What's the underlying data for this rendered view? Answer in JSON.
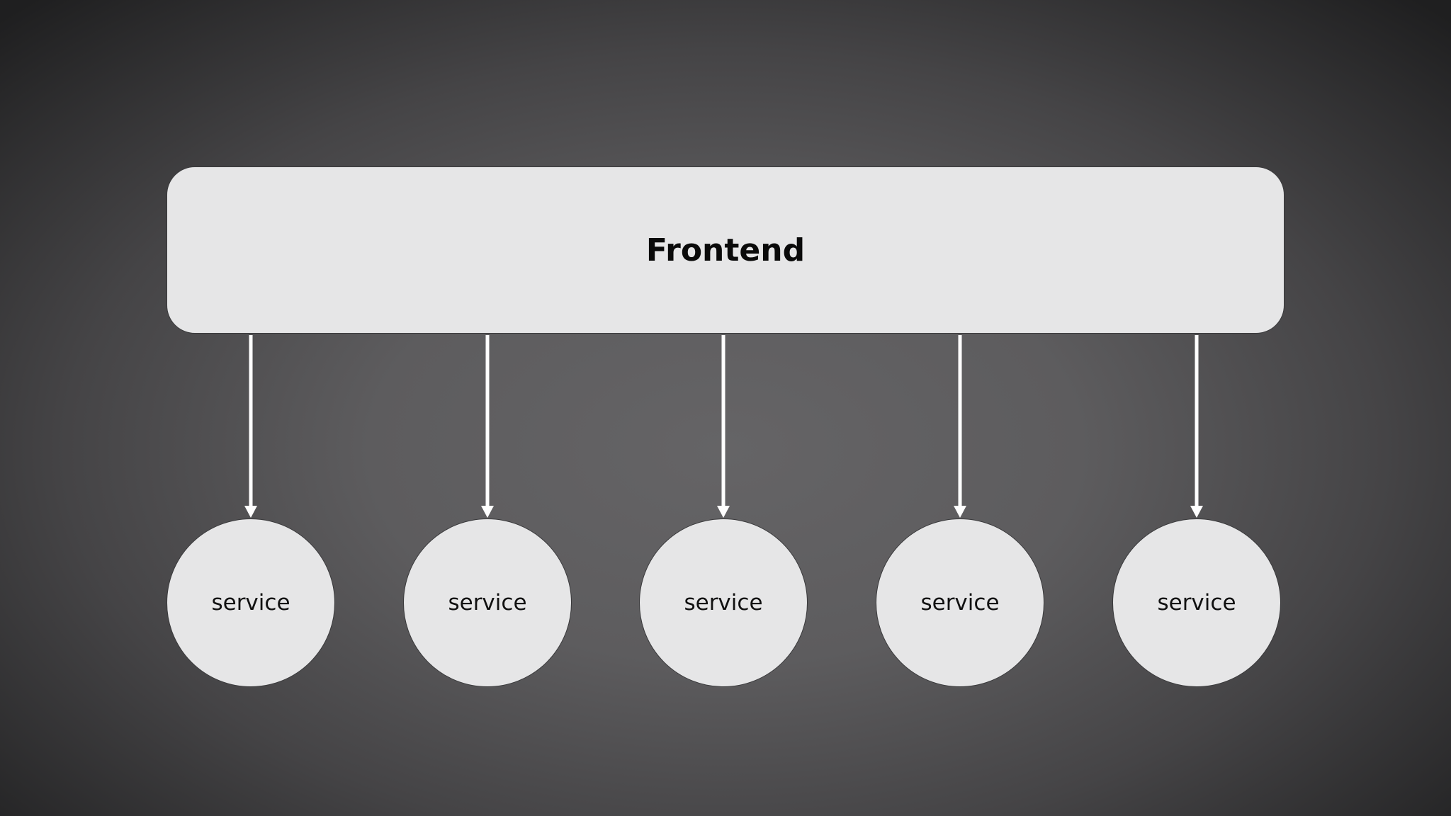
{
  "frontend": {
    "label": "Frontend"
  },
  "services": [
    {
      "label": "service"
    },
    {
      "label": "service"
    },
    {
      "label": "service"
    },
    {
      "label": "service"
    },
    {
      "label": "service"
    }
  ],
  "colors": {
    "node_fill": "#e6e6e7",
    "arrow": "#ffffff",
    "text": "#0a0a0a"
  }
}
